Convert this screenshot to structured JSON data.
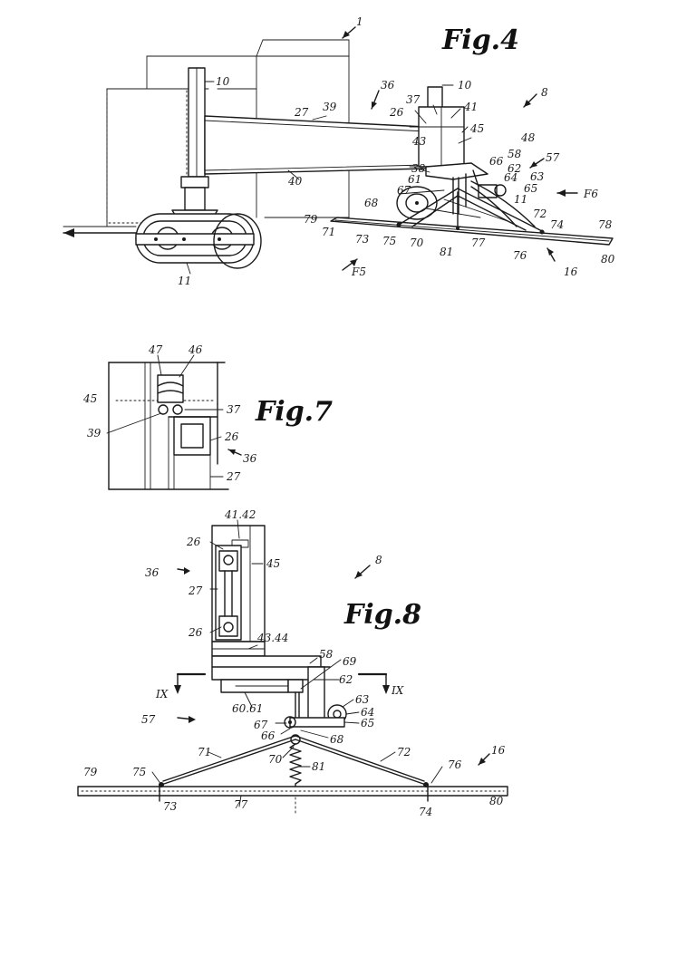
{
  "figures": [
    {
      "id": "fig4",
      "title": "Fig.4"
    },
    {
      "id": "fig7",
      "title": "Fig.7"
    },
    {
      "id": "fig8",
      "title": "Fig.8"
    }
  ],
  "fig4_labels": {
    "l1": "1",
    "l10a": "10",
    "l10b": "10",
    "l36": "36",
    "l37": "37",
    "l8": "8",
    "l27": "27",
    "l39": "39",
    "l26": "26",
    "l41": "41",
    "l45": "45",
    "l43": "43",
    "l48": "48",
    "l38": "38",
    "l58": "58",
    "l66": "66",
    "l57": "57",
    "l62": "62",
    "l63": "63",
    "l64": "64",
    "l65": "65",
    "l61": "61",
    "l67": "67",
    "l40": "40",
    "l68": "68",
    "l11a": "11",
    "lF6": "F6",
    "l72": "72",
    "l79": "79",
    "l71": "71",
    "l73": "73",
    "l75": "75",
    "l70": "70",
    "l81": "81",
    "l77": "77",
    "l76": "76",
    "l74": "74",
    "l78": "78",
    "l80": "80",
    "l16": "16",
    "lF5": "F5",
    "l11b": "11"
  },
  "fig7_labels": {
    "l47": "47",
    "l46": "46",
    "l45": "45",
    "l37": "37",
    "l39": "39",
    "l26": "26",
    "l36": "36",
    "l27": "27"
  },
  "fig8_labels": {
    "l4142": "41.42",
    "l26a": "26",
    "l36": "36",
    "l45": "45",
    "l8": "8",
    "l27": "27",
    "l26b": "26",
    "l4344": "43.44",
    "l58": "58",
    "l69": "69",
    "l62": "62",
    "lIXa": "IX",
    "lIXb": "IX",
    "l6061": "60.61",
    "l63": "63",
    "l64": "64",
    "l57": "57",
    "l67": "67",
    "l65": "65",
    "l66": "66",
    "l68": "68",
    "l71": "71",
    "l72": "72",
    "l70": "70",
    "l81": "81",
    "l16": "16",
    "l79": "79",
    "l75": "75",
    "l76": "76",
    "l73": "73",
    "l77": "77",
    "l74": "74",
    "l80": "80"
  }
}
